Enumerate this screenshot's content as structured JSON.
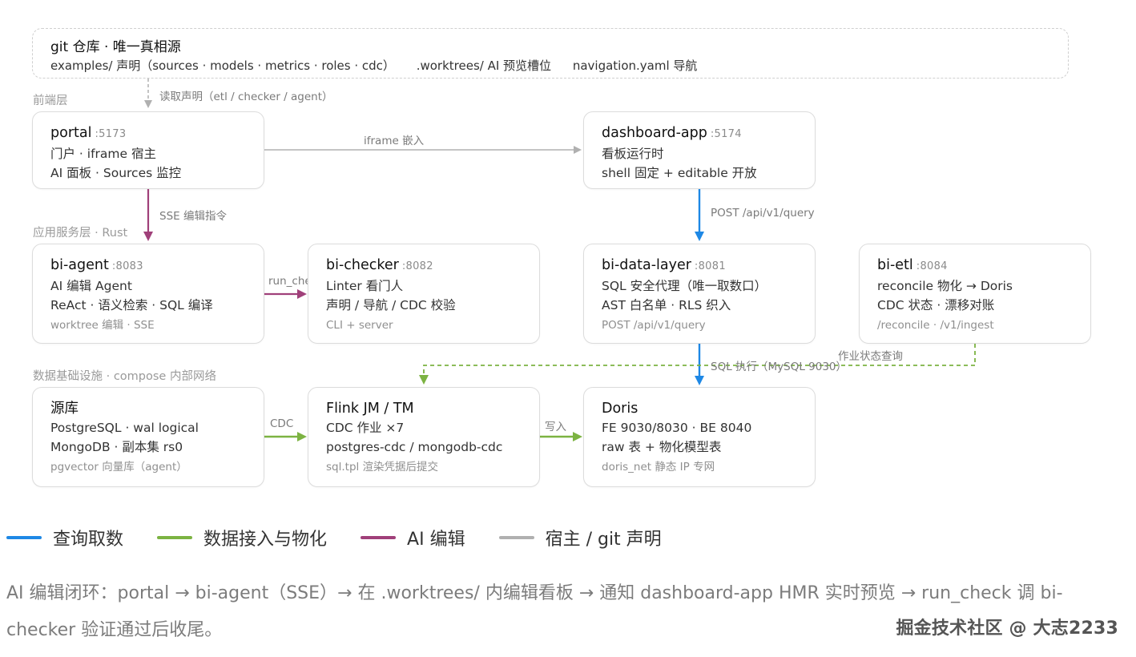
{
  "git": {
    "title": "git 仓库 · 唯一真相源",
    "items": [
      "examples/ 声明（sources · models · metrics · roles · cdc）",
      ".worktrees/ AI 预览槽位",
      "navigation.yaml 导航"
    ]
  },
  "layers": {
    "frontend": "前端层",
    "services": "应用服务层 · Rust",
    "infra": "数据基础设施 · compose 内部网络"
  },
  "nodes": {
    "portal": {
      "title": "portal",
      "port": ":5173",
      "lines": [
        "门户 · iframe 宿主",
        "AI 面板 · Sources 监控"
      ],
      "foot": ""
    },
    "dashboard": {
      "title": "dashboard-app",
      "port": ":5174",
      "lines": [
        "看板运行时",
        "shell 固定 + editable 开放"
      ],
      "foot": ""
    },
    "agent": {
      "title": "bi-agent",
      "port": ":8083",
      "lines": [
        "AI 编辑 Agent",
        "ReAct · 语义检索 · SQL 编译"
      ],
      "foot": "worktree 编辑 · SSE"
    },
    "checker": {
      "title": "bi-checker",
      "port": ":8082",
      "lines": [
        "Linter 看门人",
        "声明 / 导航 / CDC 校验"
      ],
      "foot": "CLI + server"
    },
    "datalayer": {
      "title": "bi-data-layer",
      "port": ":8081",
      "lines": [
        "SQL 安全代理（唯一取数口）",
        "AST 白名单 · RLS 织入"
      ],
      "foot": "POST /api/v1/query"
    },
    "etl": {
      "title": "bi-etl",
      "port": ":8084",
      "lines": [
        "reconcile 物化 → Doris",
        "CDC 状态 · 漂移对账"
      ],
      "foot": "/reconcile · /v1/ingest"
    },
    "source": {
      "title": "源库",
      "port": "",
      "lines": [
        "PostgreSQL · wal logical",
        "MongoDB · 副本集 rs0"
      ],
      "foot": "pgvector 向量库（agent）"
    },
    "flink": {
      "title": "Flink JM / TM",
      "port": "",
      "lines": [
        "CDC 作业 ×7",
        "postgres-cdc / mongodb-cdc"
      ],
      "foot": "sql.tpl 渲染凭据后提交"
    },
    "doris": {
      "title": "Doris",
      "port": "",
      "lines": [
        "FE 9030/8030 · BE 8040",
        "raw 表 + 物化模型表"
      ],
      "foot": "doris_net 静态 IP 专网"
    }
  },
  "edges": {
    "git_read": "读取声明（etl / checker / agent）",
    "iframe": "iframe 嵌入",
    "sse": "SSE 编辑指令",
    "query": "POST /api/v1/query",
    "run_check": "run_check",
    "sql_exec": "SQL 执行（MySQL 9030）",
    "job_status": "作业状态查询",
    "cdc": "CDC",
    "write": "写入"
  },
  "colors": {
    "query": "#1e88e5",
    "ingest": "#7cb342",
    "ai": "#a0407a",
    "host": "#b0b0b0"
  },
  "legend": [
    {
      "label": "查询取数",
      "color": "#1e88e5"
    },
    {
      "label": "数据接入与物化",
      "color": "#7cb342"
    },
    {
      "label": "AI 编辑",
      "color": "#a0407a"
    },
    {
      "label": "宿主 / git 声明",
      "color": "#b0b0b0"
    }
  ],
  "footnote": "AI 编辑闭环：portal → bi-agent（SSE）→ 在 .worktrees/ 内编辑看板 → 通知 dashboard-app HMR 实时预览 → run_check 调 bi-checker 验证通过后收尾。",
  "watermark": "掘金技术社区 @ 大志2233"
}
